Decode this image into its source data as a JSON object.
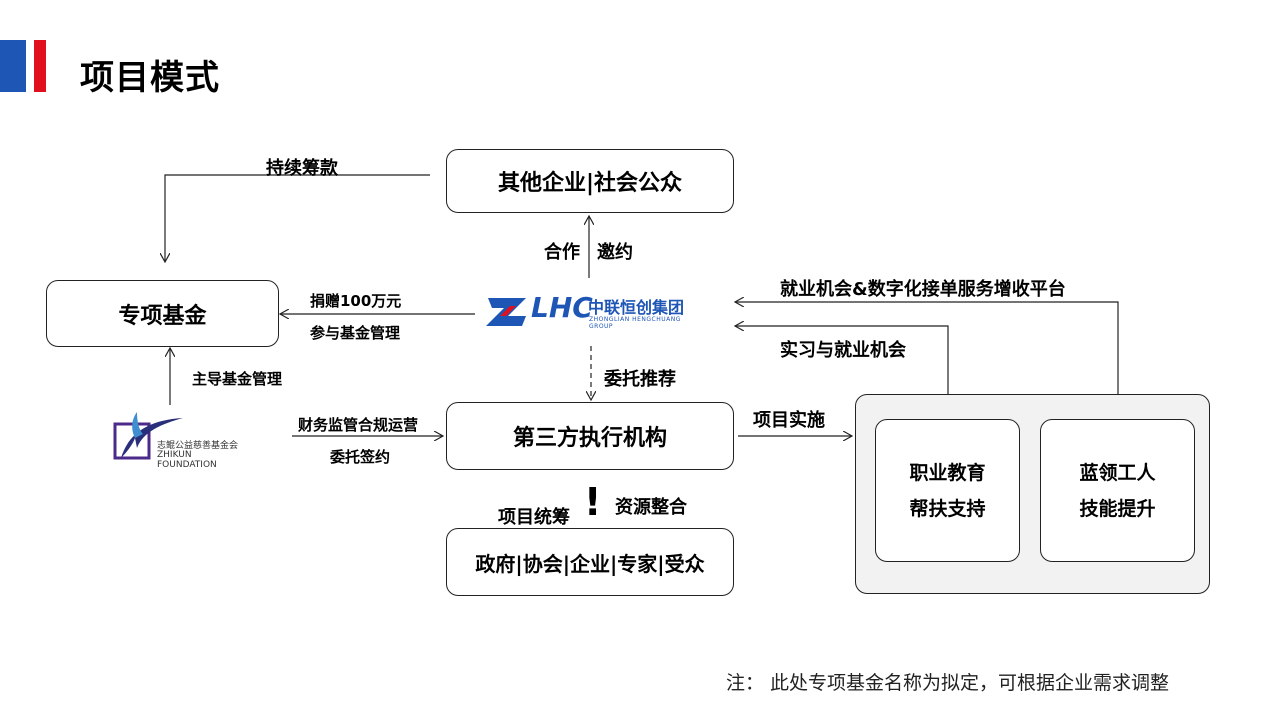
{
  "page_title": "项目模式",
  "nodes": {
    "others": "其他企业|社会公众",
    "fund": "专项基金",
    "executor": "第三方执行机构",
    "gov": "政府|协会|企业|专家|受众",
    "vocational_line1": "职业教育",
    "vocational_line2": "帮扶支持",
    "bluecollar_line1": "蓝领工人",
    "bluecollar_line2": "技能提升"
  },
  "labels": {
    "fundraising": "持续筹款",
    "cooperate": "合作",
    "invite": "邀约",
    "donate": "捐赠100万元",
    "fund_manage": "参与基金管理",
    "lead_manage": "主导基金管理",
    "entrust_recommend": "委托推荐",
    "finance": "财务监管合规运营",
    "entrust_sign": "委托签约",
    "implement": "项目实施",
    "coordinate": "项目统筹",
    "resource": "资源整合",
    "platform": "就业机会&数字化接单服务增收平台",
    "internship": "实习与就业机会",
    "exclaim": "!"
  },
  "logos": {
    "lhc_mark": "LHC",
    "lhc_name": "中联恒创集团",
    "lhc_en": "ZHONGLIAN HENGCHUANG GROUP",
    "zk_name": "志鲲公益慈善基金会",
    "zk_en": "ZHIKUN FOUNDATION"
  },
  "note": "注：  此处专项基金名称为拟定，可根据企业需求调整",
  "colors": {
    "brand_blue": "#1e56b5",
    "brand_red": "#e0101e",
    "zk_purple": "#4b2a8a"
  }
}
